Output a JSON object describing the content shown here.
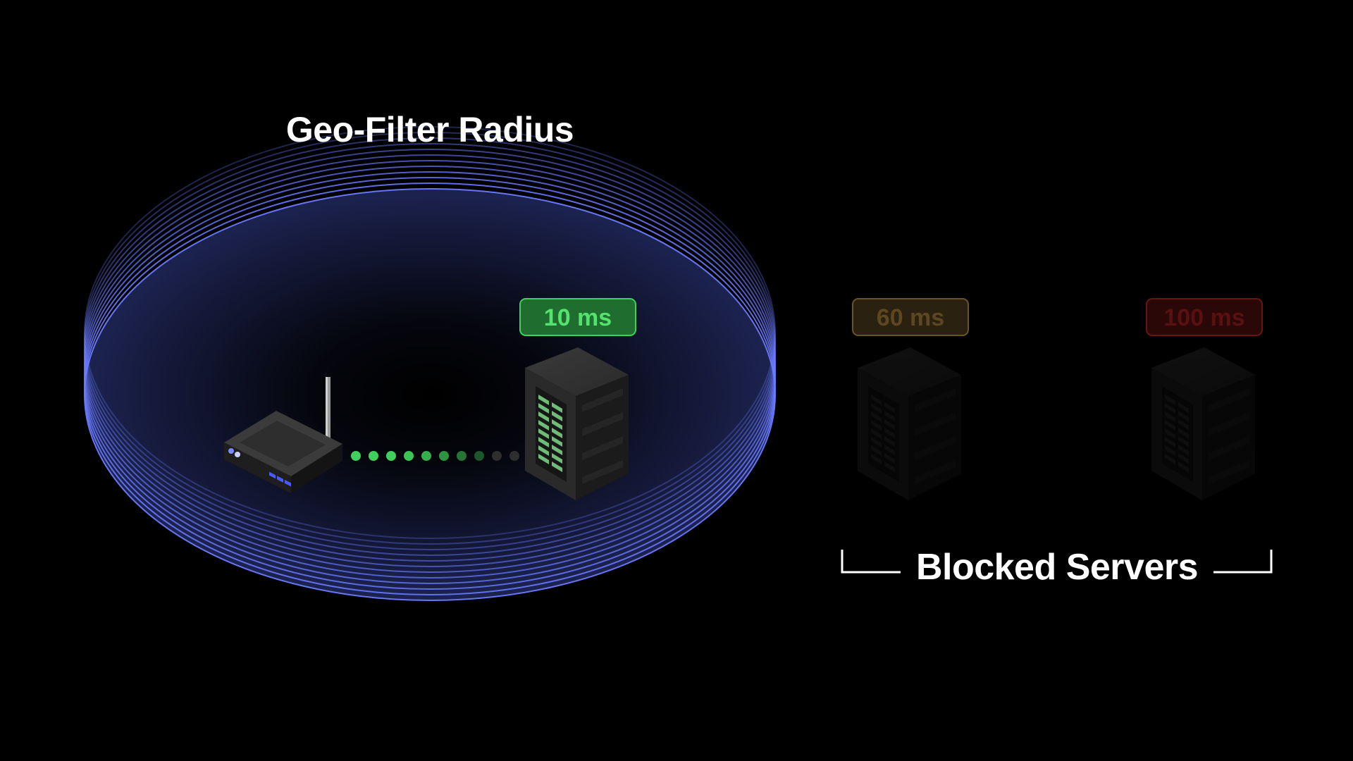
{
  "title": "Geo-Filter Radius",
  "blocked_label": "Blocked Servers",
  "servers": [
    {
      "latency": "10 ms",
      "status": "allowed",
      "color": "#3fd15c"
    },
    {
      "latency": "60 ms",
      "status": "blocked",
      "color": "#8a6a2a"
    },
    {
      "latency": "100 ms",
      "status": "blocked",
      "color": "#8c1a1a"
    }
  ],
  "colors": {
    "background": "#000000",
    "radius_ring": "#6b7bff",
    "radius_fill": "#141a3a",
    "connection_dot": "#3fd15c"
  },
  "icons": [
    "router-icon",
    "server-rack-icon"
  ]
}
